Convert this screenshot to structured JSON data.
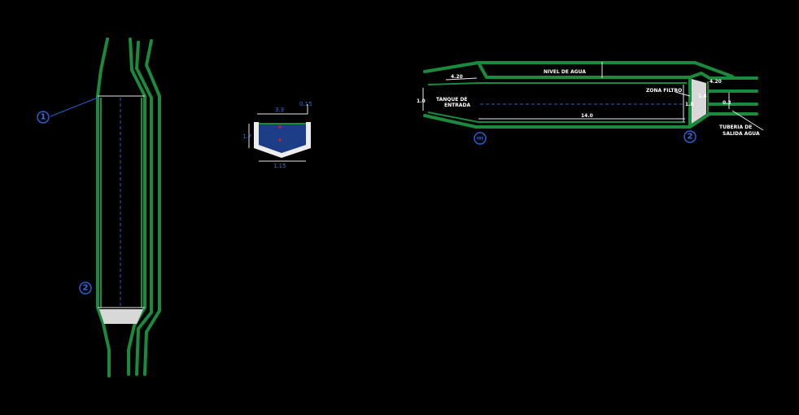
{
  "callouts": {
    "plan_1": "1",
    "plan_2": "2",
    "section_2": "2",
    "section_note": "SSS"
  },
  "cross_section": {
    "width_label": "3.3",
    "top_right_label": "0.15",
    "height_label": "1.7",
    "bottom_label": "1.15"
  },
  "long_section": {
    "water_surface_label": "NIVEL DE AGUA",
    "left_slope_label": "4.20",
    "right_slope_label": "4.20",
    "inlet_height": "1.0",
    "inlet_note_line1": "TANQUE DE",
    "inlet_note_line2": "ENTRADA",
    "length_label": "14.0",
    "filter_label": "ZONA FILTRO",
    "depth_label": "1.8",
    "outlet_depth": "0.2",
    "outlet_width": "1.6",
    "outlet_note_line1": "TUBERIA DE",
    "outlet_note_line2": "SALIDA AGUA"
  },
  "colors": {
    "wall": "#1a8a3c",
    "dimension": "#e8e8e8",
    "axis": "#2a5fd0",
    "background": "#000000"
  }
}
